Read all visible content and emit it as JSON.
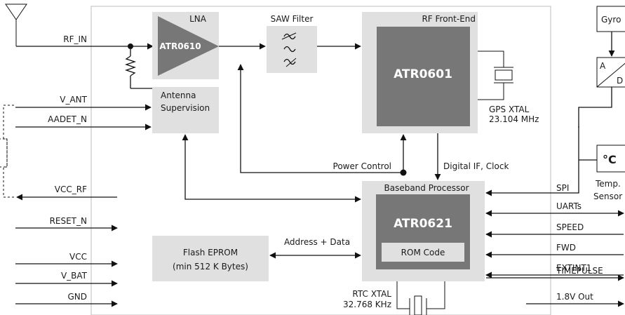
{
  "blocks": {
    "lna": "LNA",
    "lna_chip": "ATR0610",
    "saw": "SAW Filter",
    "rf_frontend": "RF Front-End",
    "rf_chip": "ATR0601",
    "antenna_sup_1": "Antenna",
    "antenna_sup_2": "Supervision",
    "baseband": "Baseband Processor",
    "bb_chip": "ATR0621",
    "rom": "ROM Code",
    "flash_1": "Flash EPROM",
    "flash_2": "(min 512 K Bytes)",
    "gyro": "Gyro",
    "adc_a": "A",
    "adc_d": "D",
    "temp_symbol": "°C",
    "temp_1": "Temp.",
    "temp_2": "Sensor"
  },
  "signals_left": {
    "rf_in": "RF_IN",
    "v_ant": "V_ANT",
    "aadet_n": "AADET_N",
    "vcc_rf": "VCC_RF",
    "reset_n": "RESET_N",
    "vcc": "VCC",
    "v_bat": "V_BAT",
    "gnd": "GND"
  },
  "signals_right": {
    "spi": "SPI",
    "uarts": "UARTs",
    "speed": "SPEED",
    "fwd": "FWD",
    "extint1": "EXTINT1",
    "timepulse": "TIMEPULSE",
    "out18": "1.8V Out"
  },
  "annotations": {
    "power_control": "Power Control",
    "digital_if": "Digital IF, Clock",
    "address_data": "Address + Data",
    "gps_xtal_1": "GPS XTAL",
    "gps_xtal_2": "23.104 MHz",
    "rtc_xtal_1": "RTC XTAL",
    "rtc_xtal_2": "32.768 KHz"
  },
  "colors": {
    "block_fill": "#e0e0e0",
    "chip_fill": "#777777",
    "rom_fill": "#e0e0e0"
  }
}
